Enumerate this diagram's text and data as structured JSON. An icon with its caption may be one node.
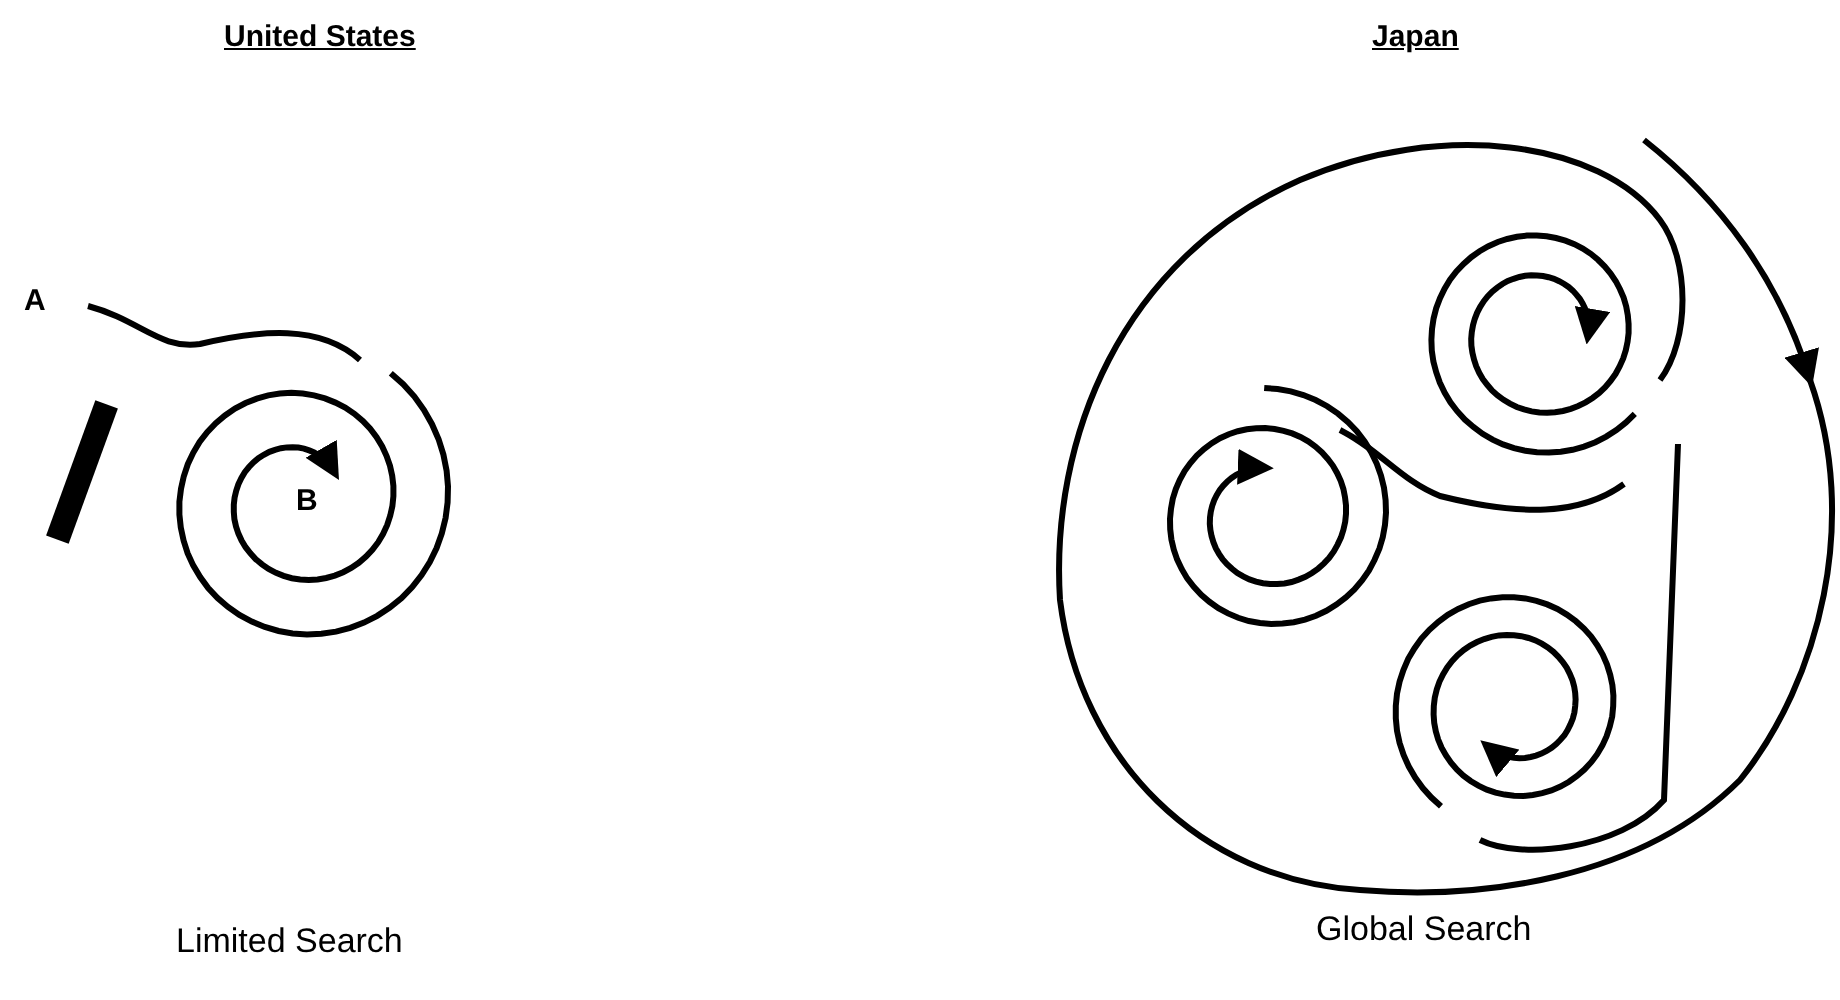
{
  "diagram": {
    "labels": [
      "United States",
      "Japan",
      "A",
      "B",
      "Limited Search",
      "Global Search"
    ]
  }
}
